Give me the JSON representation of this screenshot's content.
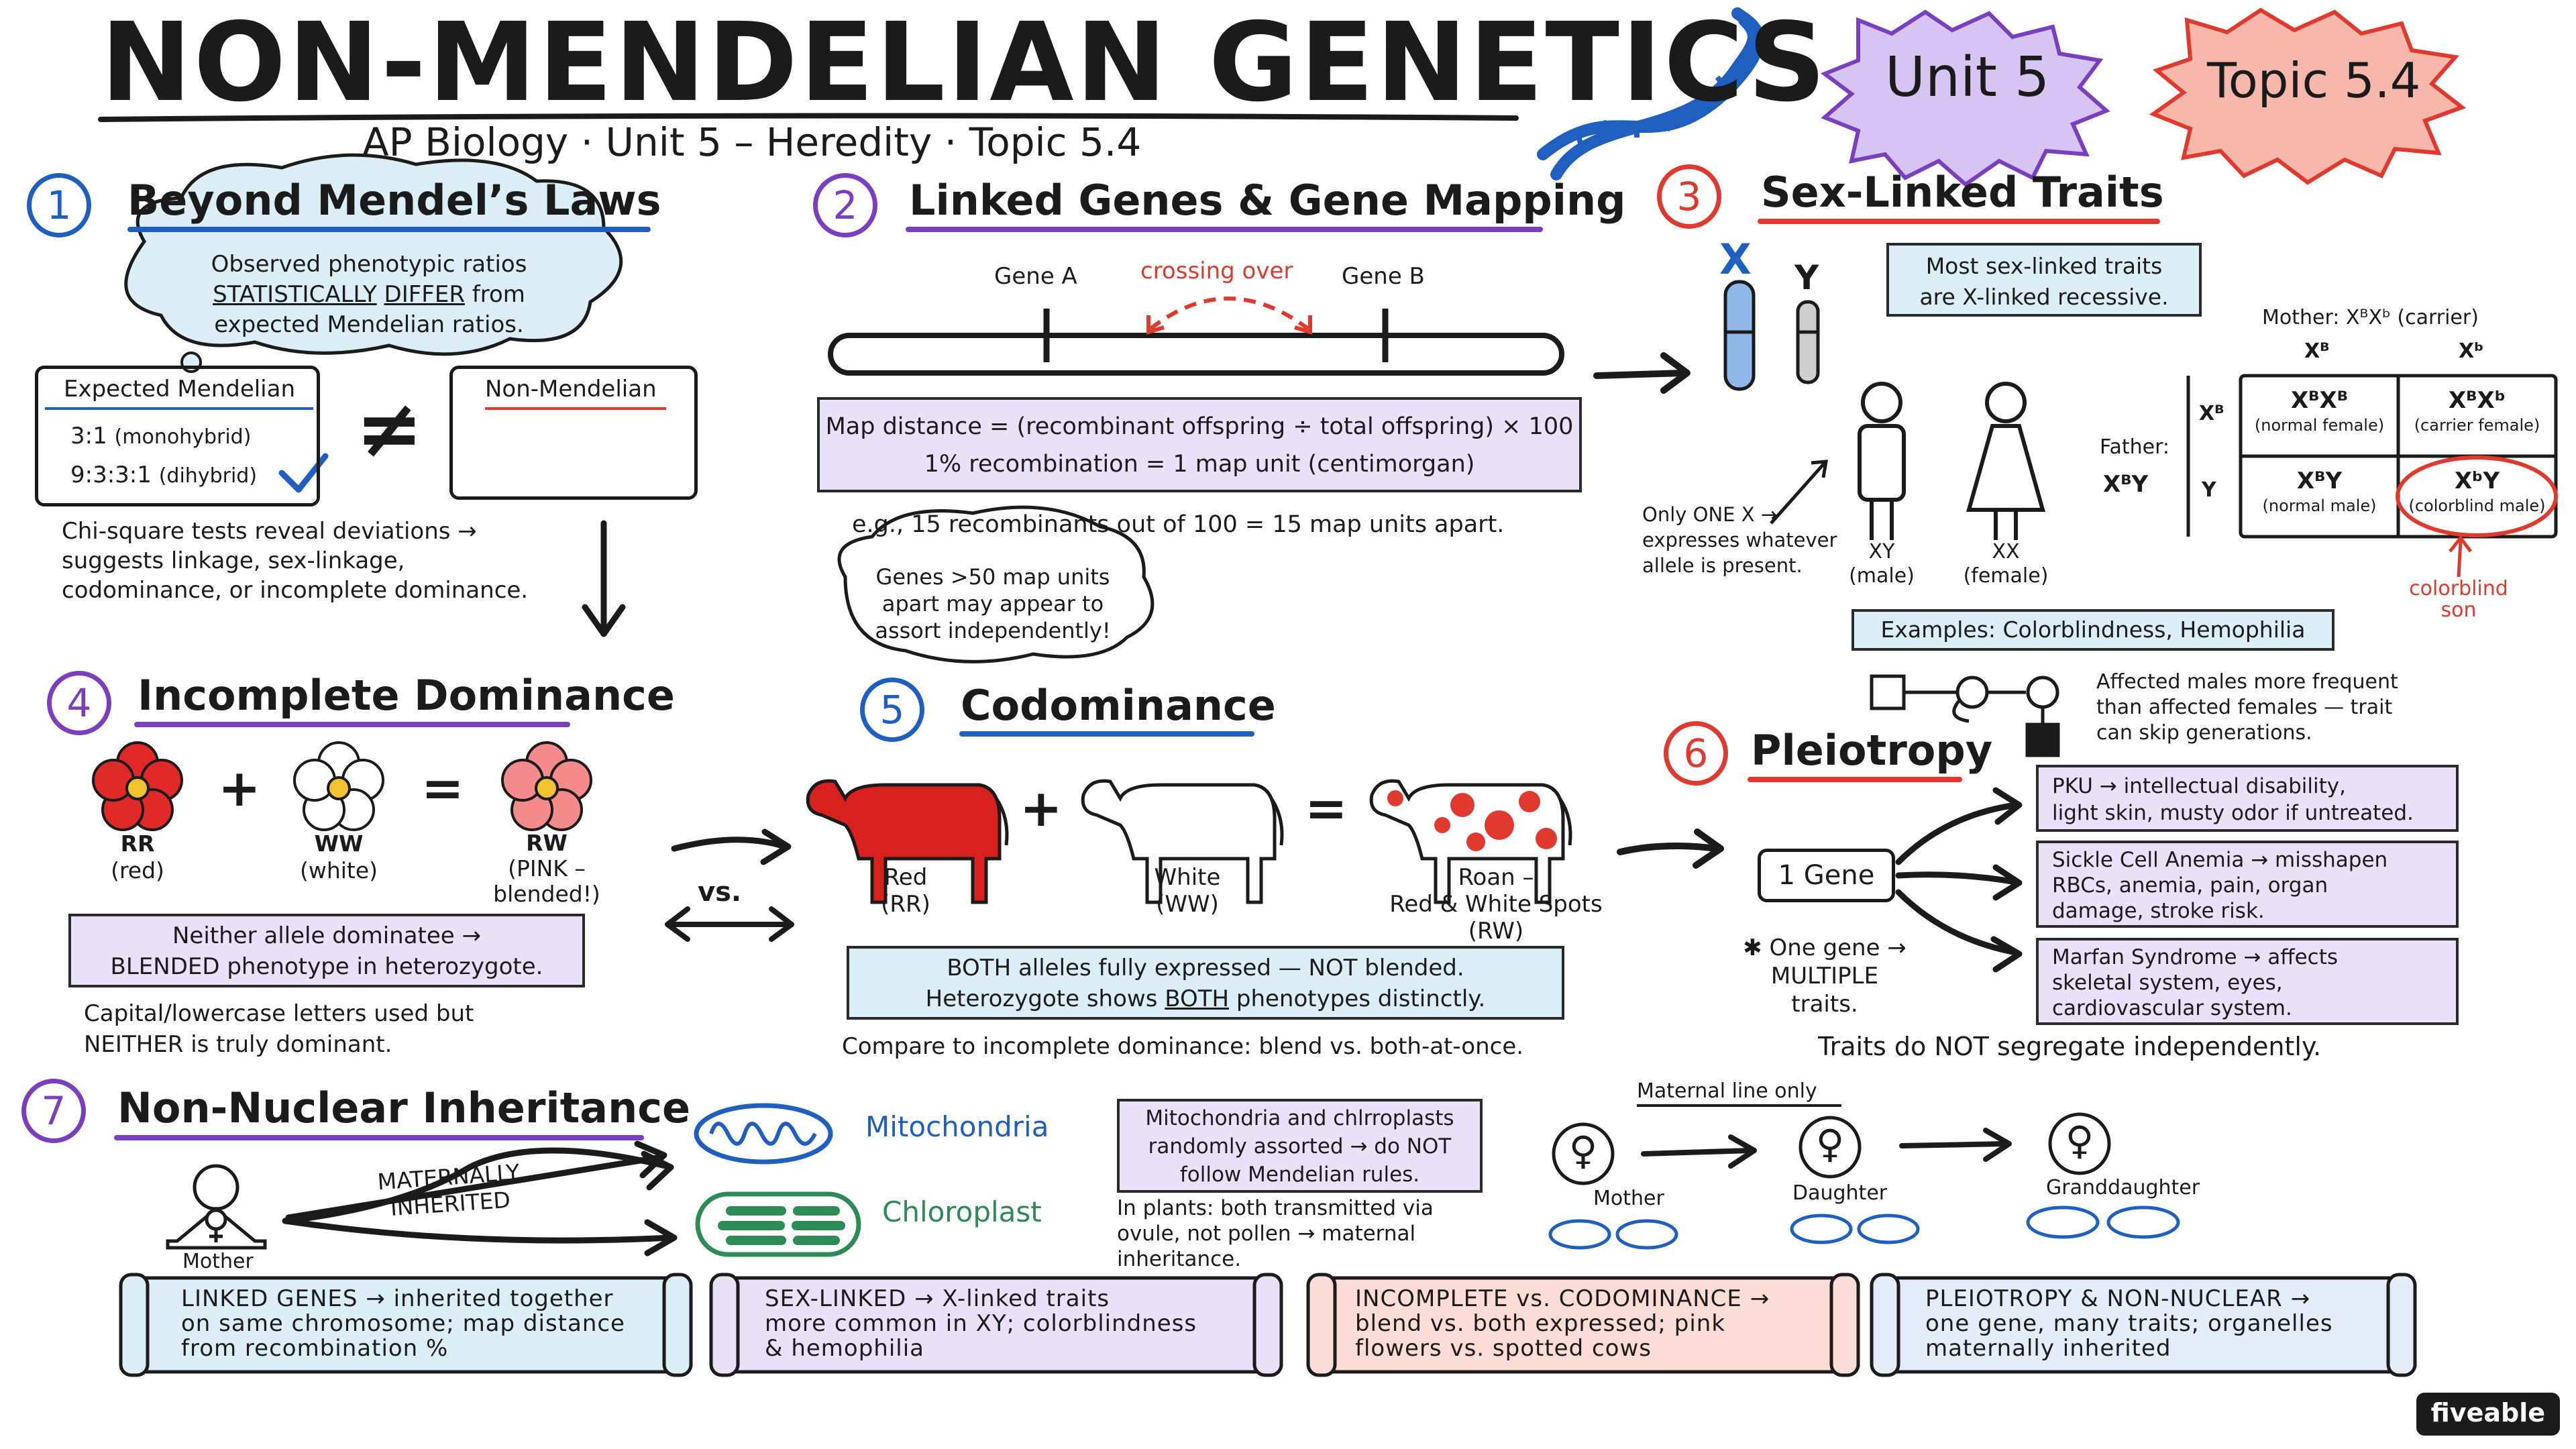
{
  "header": {
    "title": "NON-MENDELIAN GENETICS",
    "subtitle": "AP Biology · Unit 5 – Heredity · Topic 5.4",
    "badge_unit": "Unit 5",
    "badge_topic": "Topic 5.4"
  },
  "sections": {
    "s1": {
      "num": "1",
      "title": "Beyond Mendel’s Laws",
      "bubble_line1": "Observed phenotypic ratios",
      "bubble_line2a": "STATISTICALLY",
      "bubble_line2b": "DIFFER",
      "bubble_line2c": "from",
      "bubble_line3": "expected Mendelian ratios.",
      "expected_title": "Expected Mendelian",
      "expected_ratio1": "3:1",
      "expected_ratio1_label": "(monohybrid)",
      "expected_ratio2": "9:3:3:1",
      "expected_ratio2_label": "(dihybrid)",
      "not_equal": "≠",
      "non_mendelian_title": "Non-Mendelian",
      "chi_line1": "Chi-square tests reveal deviations →",
      "chi_line2": "suggests linkage, sex-linkage,",
      "chi_line3": "codominance, or incomplete dominance."
    },
    "s2": {
      "num": "2",
      "title": "Linked Genes & Gene Mapping",
      "gene_a": "Gene A",
      "gene_b": "Gene B",
      "crossing_over": "crossing over",
      "formula_line1": "Map distance = (recombinant offspring ÷ total offspring) × 100",
      "formula_line2": "1% recombination = 1 map unit (centimorgan)",
      "example": "e.g., 15 recombinants out of 100 = 15 map units apart.",
      "bubble_line1": "Genes >50 map units",
      "bubble_line2": "apart may appear to",
      "bubble_line3": "assort independently!"
    },
    "s3": {
      "num": "3",
      "title": "Sex-Linked Traits",
      "chrom_x": "X",
      "chrom_y": "Y",
      "note_line1": "Most sex-linked traits",
      "note_line2": "are X-linked recessive.",
      "male_label": "XY",
      "male_sub": "(male)",
      "female_label": "XX",
      "female_sub": "(female)",
      "only_one_line1": "Only ONE X →",
      "only_one_line2": "expresses whatever",
      "only_one_line3": "allele is present.",
      "mother_label": "Mother: XᴮXᵇ (carrier)",
      "father_label": "Father:",
      "father_geno": "XᴮY",
      "col1": "Xᴮ",
      "col2": "Xᵇ",
      "row1": "Xᴮ",
      "row2": "Y",
      "cells": [
        {
          "geno": "XᴮXᴮ",
          "desc": "(normal female)"
        },
        {
          "geno": "XᴮXᵇ",
          "desc": "(carrier female)"
        },
        {
          "geno": "XᴮY",
          "desc": "(normal male)"
        },
        {
          "geno": "XᵇY",
          "desc": "(colorblind male)"
        }
      ],
      "colorblind_line1": "colorblind",
      "colorblind_line2": "son",
      "examples": "Examples: Colorblindness, Hemophilia",
      "pedigree_line1": "Affected males more frequent",
      "pedigree_line2": "than affected females — trait",
      "pedigree_line3": "can skip generations."
    },
    "s4": {
      "num": "4",
      "title": "Incomplete Dominance",
      "rr": "RR",
      "rr_sub": "(red)",
      "ww": "WW",
      "ww_sub": "(white)",
      "rw": "RW",
      "rw_sub1": "(PINK –",
      "rw_sub2": "blended!)",
      "plus": "+",
      "equals": "=",
      "box_line1": "Neither allele dominatee →",
      "box_line2": "BLENDED phenotype in heterozygote.",
      "note_line1": "Capital/lowercase letters used but",
      "note_line2": "NEITHER is truly dominant.",
      "vs": "vs."
    },
    "s5": {
      "num": "5",
      "title": "Codominance",
      "red": "Red",
      "red_sub": "(RR)",
      "white": "White",
      "white_sub": "(WW)",
      "roan": "Roan –",
      "roan_sub1": "Red & White Spots",
      "roan_sub2": "(RW)",
      "plus": "+",
      "equals": "=",
      "box_line1": "BOTH alleles fully expressed — NOT blended.",
      "box_line2a": "Heterozygote shows",
      "box_line2b": "BOTH",
      "box_line2c": "phenotypes distinctly.",
      "compare": "Compare to incomplete dominance: blend vs. both-at-once."
    },
    "s6": {
      "num": "6",
      "title": "Pleiotropy",
      "gene_box": "1 Gene",
      "note_line1": "✱ One gene →",
      "note_line2": "MULTIPLE",
      "note_line3": "traits.",
      "effects": [
        {
          "l1": "PKU → intellectual disability,",
          "l2": "light skin, musty odor if untreated.",
          "l3": ""
        },
        {
          "l1": "Sickle Cell Anemia → misshapen",
          "l2": "RBCs, anemia, pain, organ",
          "l3": "damage, stroke risk."
        },
        {
          "l1": "Marfan Syndrome → affects",
          "l2": "skeletal system, eyes,",
          "l3": "cardiovascular system."
        }
      ],
      "footer": "Traits do NOT segregate independently."
    },
    "s7": {
      "num": "7",
      "title": "Non-Nuclear Inheritance",
      "mother": "Mother",
      "maternally_line1": "MATERNALLY",
      "maternally_line2": "INHERITED",
      "mito": "Mitochondria",
      "chloro": "Chloroplast",
      "box_line1": "Mitochondria and chlrroplasts",
      "box_line2": "randomly assorted → do NOT",
      "box_line3": "follow Mendelian rules.",
      "plants_line1": "In plants: both transmitted via",
      "plants_line2": "ovule, not pollen → maternal",
      "plants_line3": "inheritance.",
      "maternal_line": "Maternal line only",
      "gen1": "Mother",
      "gen2": "Daughter",
      "gen3": "Granddaughter"
    }
  },
  "summary_scrolls": [
    {
      "l1": "LINKED GENES → inherited together",
      "l2": "on same chromosome; map distance",
      "l3": "from recombination %",
      "color": "#dbeef6"
    },
    {
      "l1": "SEX-LINKED → X-linked traits",
      "l2": "more common in XY; colorblindness",
      "l3": "& hemophilia",
      "color": "#e9e1f7"
    },
    {
      "l1": "INCOMPLETE vs. CODOMINANCE →",
      "l2": "blend vs. both expressed; pink",
      "l3": "flowers vs. spotted cows",
      "color": "#fbdcd6"
    },
    {
      "l1": "PLEIOTROPY & NON-NUCLEAR →",
      "l2": "one gene, many traits; organelles",
      "l3": "maternally inherited",
      "color": "#e4ecf8"
    }
  ],
  "brand": "fiveable",
  "colors": {
    "blue": "#1f5fbf",
    "purple": "#7a3fbf",
    "red": "#e03a2f",
    "purple_box": "#e9e1f7",
    "blue_box": "#dbeef6",
    "mito": "#1f5fbf",
    "chloro": "#2e8b57"
  }
}
